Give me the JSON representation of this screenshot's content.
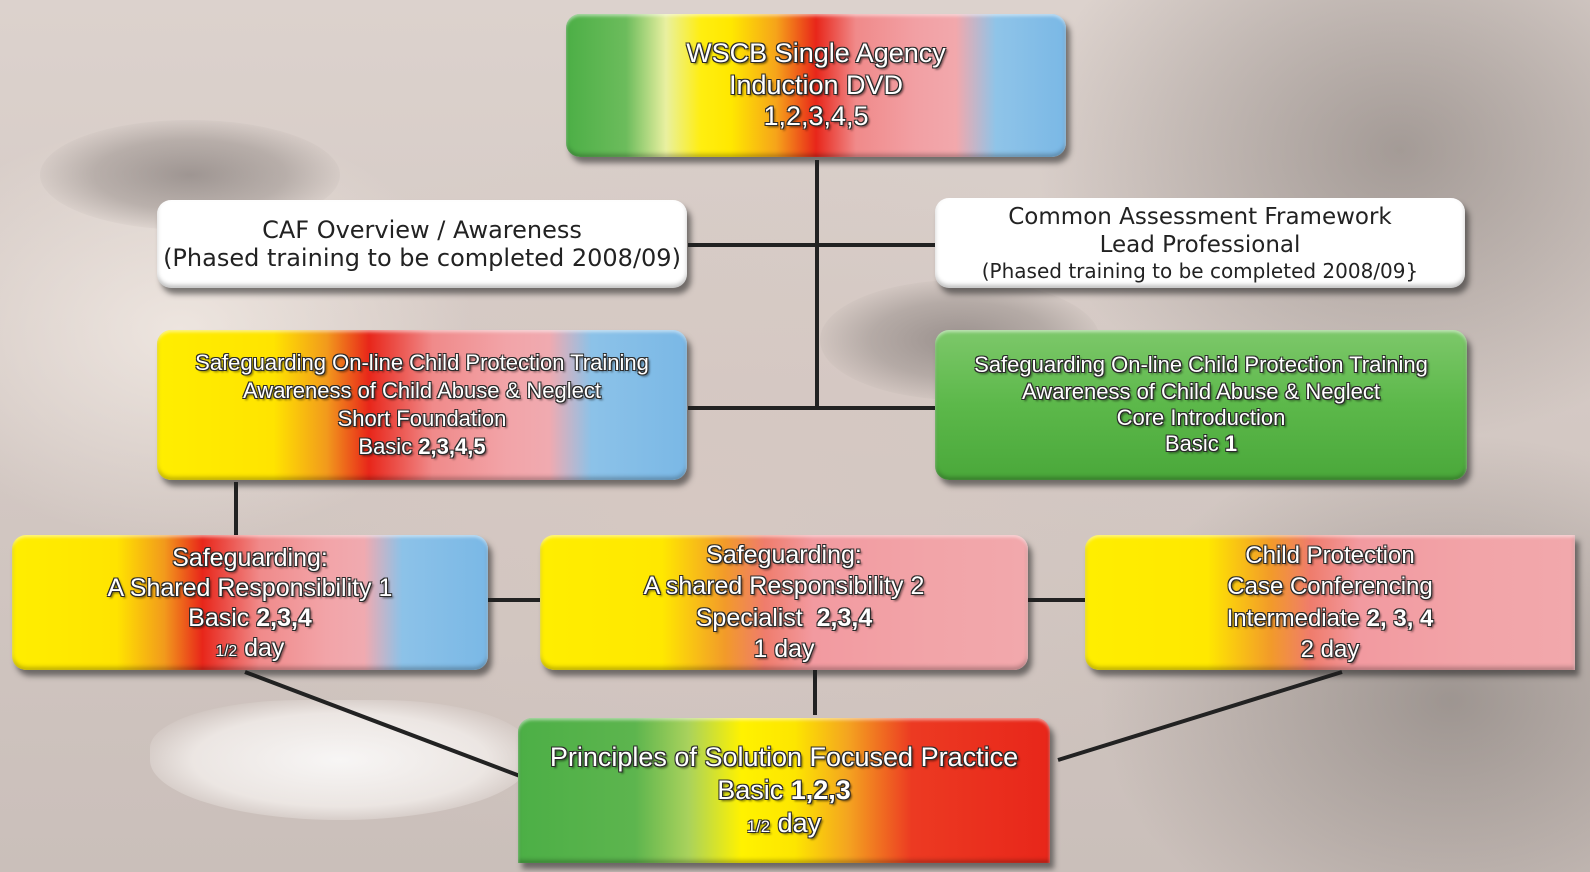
{
  "boxes": {
    "induction": {
      "lines": [
        "WSCB Single Agency",
        "Induction DVD",
        "1,2,3,4,5"
      ]
    },
    "caf_overview": {
      "lines": [
        "CAF Overview / Awareness",
        "(Phased training to be completed 2008/09)"
      ]
    },
    "caf_lead": {
      "lines": [
        "Common Assessment Framework",
        "Lead Professional",
        "(Phased training to be completed 2008/09}"
      ]
    },
    "online_short": {
      "lines": [
        "Safeguarding On-line Child Protection Training",
        "Awareness of Child Abuse & Neglect",
        "Short Foundation"
      ],
      "level_prefix": "Basic ",
      "level_values": "2,3,4,5"
    },
    "online_core": {
      "lines": [
        "Safeguarding On-line Child Protection Training",
        "Awareness of Child Abuse & Neglect",
        "Core Introduction"
      ],
      "level_prefix": "Basic ",
      "level_values": "1"
    },
    "shared1": {
      "lines": [
        "Safeguarding:",
        "A Shared Responsibility 1"
      ],
      "level_prefix": "Basic ",
      "level_values": "2,3,4",
      "frac": "1/2",
      "duration": " day"
    },
    "shared2": {
      "lines": [
        "Safeguarding:",
        "A shared Responsibility 2"
      ],
      "level_prefix": "Specialist  ",
      "level_values": "2,3,4",
      "duration_full": "1 day"
    },
    "case_conf": {
      "lines": [
        "Child Protection",
        "Case Conferencing"
      ],
      "level_prefix": "Intermediate ",
      "level_values": "2, 3, 4",
      "duration_full": "2 day"
    },
    "solution": {
      "lines": [
        "Principles of Solution Focused Practice"
      ],
      "level_prefix": "Basic ",
      "level_values": "1,2,3",
      "frac": "1/2",
      "duration": " day"
    }
  },
  "colors": {
    "green": "#5cb84a",
    "yellow": "#ffee00",
    "red": "#e8261a",
    "pink": "#f2a4a8",
    "blue": "#7ab8e6",
    "connector": "#222222"
  }
}
